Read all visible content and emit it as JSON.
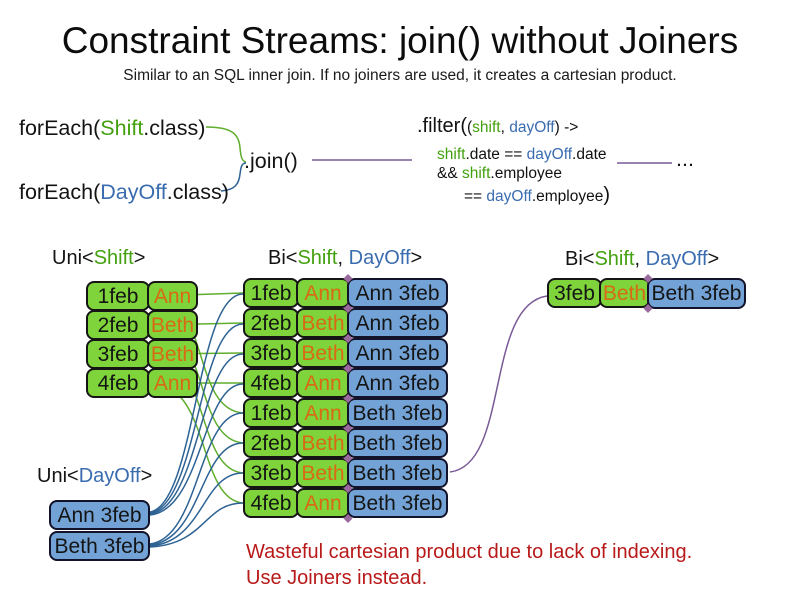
{
  "title": "Constraint Streams: join() without Joiners",
  "subtitle": "Similar to an SQL inner join. If no joiners are used, it creates a cartesian product.",
  "code": {
    "foreach_shift": {
      "fn": "forEach(",
      "cls": "Shift",
      "end": ".class)"
    },
    "foreach_dayoff": {
      "fn": "forEach(",
      "cls": "DayOff",
      "end": ".class)"
    },
    "join": ".join()",
    "ellipsis": "...",
    "filter": {
      "head": ".filter(",
      "open_paren": "(",
      "arg_shift": "shift",
      "comma": ", ",
      "arg_dayoff": "dayOff",
      "arrow": ") ->",
      "l2_shift": "shift",
      "l2_mid": ".date == ",
      "l2_dayoff": "dayOff",
      "l2_end": ".date",
      "l3_and": "&& ",
      "l3_shift": "shift",
      "l3_end": ".employee",
      "l4_eq": "== ",
      "l4_dayoff": "dayOff",
      "l4_end": ".employee",
      "close_paren": ")"
    }
  },
  "labels": {
    "uni_shift": {
      "pre": "Uni<",
      "type1": "Shift",
      "post": ">"
    },
    "uni_dayoff": {
      "pre": "Uni<",
      "type1": "DayOff",
      "post": ">"
    },
    "bi_middle": {
      "pre": "Bi<",
      "type1": "Shift",
      "sep": ", ",
      "type2": "DayOff",
      "post": ">"
    },
    "bi_right": {
      "pre": "Bi<",
      "type1": "Shift",
      "sep": ", ",
      "type2": "DayOff",
      "post": ">"
    }
  },
  "shift_table": {
    "rows": [
      {
        "date": "1feb",
        "employee": "Ann"
      },
      {
        "date": "2feb",
        "employee": "Beth"
      },
      {
        "date": "3feb",
        "employee": "Beth"
      },
      {
        "date": "4feb",
        "employee": "Ann"
      }
    ]
  },
  "dayoff_table": {
    "rows": [
      {
        "label": "Ann 3feb"
      },
      {
        "label": "Beth 3feb"
      }
    ]
  },
  "cartesian_table": {
    "rows": [
      {
        "date": "1feb",
        "employee": "Ann",
        "dayoff": "Ann 3feb"
      },
      {
        "date": "2feb",
        "employee": "Beth",
        "dayoff": "Ann 3feb"
      },
      {
        "date": "3feb",
        "employee": "Beth",
        "dayoff": "Ann 3feb"
      },
      {
        "date": "4feb",
        "employee": "Ann",
        "dayoff": "Ann 3feb"
      },
      {
        "date": "1feb",
        "employee": "Ann",
        "dayoff": "Beth 3feb"
      },
      {
        "date": "2feb",
        "employee": "Beth",
        "dayoff": "Beth 3feb"
      },
      {
        "date": "3feb",
        "employee": "Beth",
        "dayoff": "Beth 3feb"
      },
      {
        "date": "4feb",
        "employee": "Ann",
        "dayoff": "Beth 3feb"
      }
    ]
  },
  "joined_table": {
    "rows": [
      {
        "date": "3feb",
        "employee": "Beth",
        "dayoff": "Beth 3feb"
      }
    ]
  },
  "note": {
    "line1": "Wasteful cartesian product due to lack of indexing.",
    "line2": "Use Joiners instead."
  },
  "colors": {
    "shift_green_text": "#43a00f",
    "dayoff_blue_text": "#3a6cb0",
    "employee_orange_text": "#d96914",
    "box_green_fill": "#7ed43a",
    "box_blue_fill": "#73a3d6",
    "note_red": "#b81919",
    "connector_purple": "#7a5a96",
    "connector_green": "#5fae2d",
    "connector_blue": "#2d6294"
  }
}
